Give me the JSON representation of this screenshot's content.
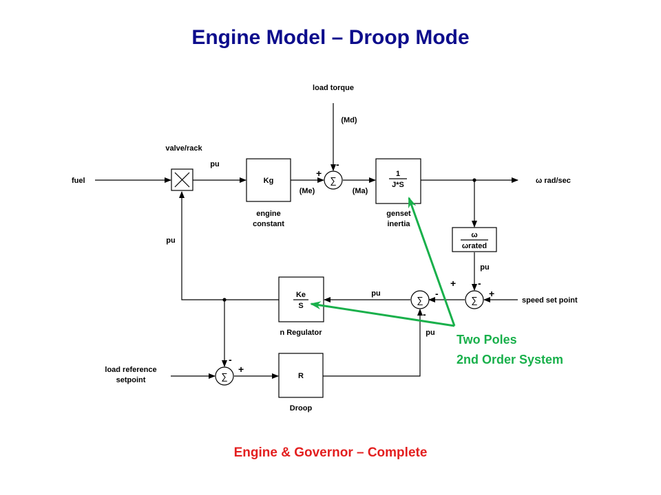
{
  "title": "Engine Model – Droop Mode",
  "subtitle": "Engine & Governor – Complete",
  "colors": {
    "title": "#0d0d8c",
    "subtitle": "#e31f1f",
    "annotation": "#19b04b",
    "line": "#000000"
  },
  "annotation": {
    "line1": "Two Poles",
    "line2": "2nd Order System"
  },
  "labels": {
    "load_torque": "load torque",
    "md": "(Md)",
    "valve_rack": "valve/rack",
    "pu_top": "pu",
    "fuel": "fuel",
    "me": "(Me)",
    "ma": "(Ma)",
    "omega_out": "ω rad/sec",
    "engine_constant_1": "engine",
    "engine_constant_2": "constant",
    "genset_inertia_1": "genset",
    "genset_inertia_2": "inertia",
    "pu_left": "pu",
    "pu_ratio": "pu",
    "pu_mid": "pu",
    "pu_droop": "pu",
    "speed_set_point": "speed set point",
    "n_regulator": "n Regulator",
    "load_reference_1": "load reference",
    "load_reference_2": "setpoint",
    "droop": "Droop"
  },
  "blocks": {
    "kg": "Kg",
    "inertia_num": "1",
    "inertia_den": "J*S",
    "ratio_num": "ω",
    "ratio_den": "ωrated",
    "ke_num": "Ke",
    "ke_den": "S",
    "r": "R"
  },
  "sum_symbol": "∑",
  "multiply_symbol": "×",
  "signs": {
    "sum_main_plus": "+",
    "sum_main_minus": "-",
    "sum_speed_plus": "+",
    "sum_speed_minus": "-",
    "sum_speed_plus2": "+",
    "sum_mid_plus": "+",
    "sum_mid_minus1": "-",
    "sum_mid_minus2": "-",
    "sum_load_minus": "-",
    "sum_load_plus": "+"
  }
}
